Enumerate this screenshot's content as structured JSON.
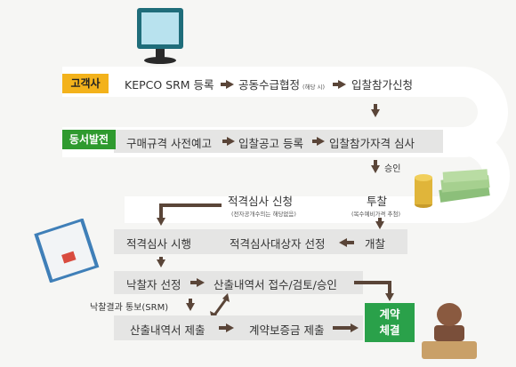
{
  "tags": {
    "customer": "고객사",
    "company": "동서발전"
  },
  "row1": {
    "step1": "KEPCO SRM 등록",
    "step2": "공동수급협정",
    "step2_note": "(해당 시)",
    "step3": "입찰참가신청"
  },
  "row2": {
    "step1": "구매규격 사전예고",
    "step2": "입찰공고 등록",
    "step3": "입찰참가자격 심사"
  },
  "approval": "승인",
  "row3": {
    "review_request": "적격심사 신청",
    "review_request_note": "(전자공개수의는 해당없음)",
    "bid": "투찰",
    "bid_note": "(복수예비가격 추첨)"
  },
  "row4": {
    "review_exec": "적격심사 시행",
    "review_target": "적격심사대상자 선정",
    "opening": "개찰"
  },
  "row5": {
    "winner": "낙찰자 선정",
    "statement_process": "산출내역서 접수/검토/승인"
  },
  "notice": "낙찰결과 통보(SRM)",
  "row6": {
    "statement_submit": "산출내역서 제출",
    "deposit": "계약보증금 제출"
  },
  "contract": {
    "line1": "계약",
    "line2": "체결"
  }
}
